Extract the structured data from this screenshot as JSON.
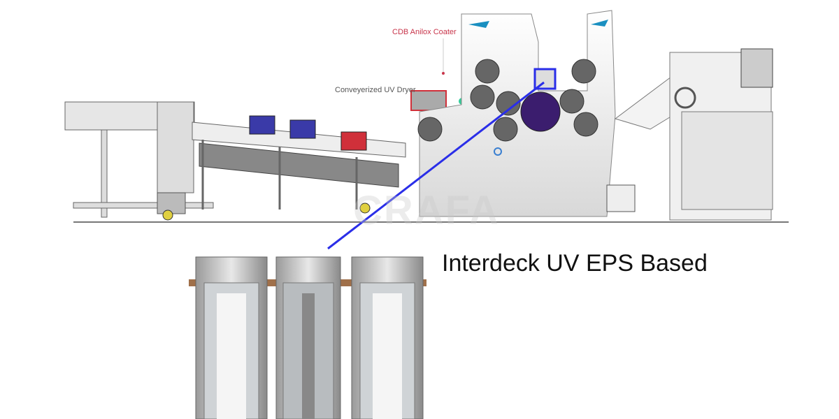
{
  "labels": {
    "anilox_coater": "CDB Anilox Coater",
    "uv_dryer": "Conveyerized UV Dryer",
    "interdeck": "Interdeck UV EPS Based"
  },
  "watermark": "CRAFA",
  "colors": {
    "pointer_line": "#2a2ee8",
    "highlight_box": "#2a2ee8",
    "callout_red": "#c8344a",
    "lamp_blue": "#3a3aa8",
    "lamp_red": "#d0303a"
  }
}
